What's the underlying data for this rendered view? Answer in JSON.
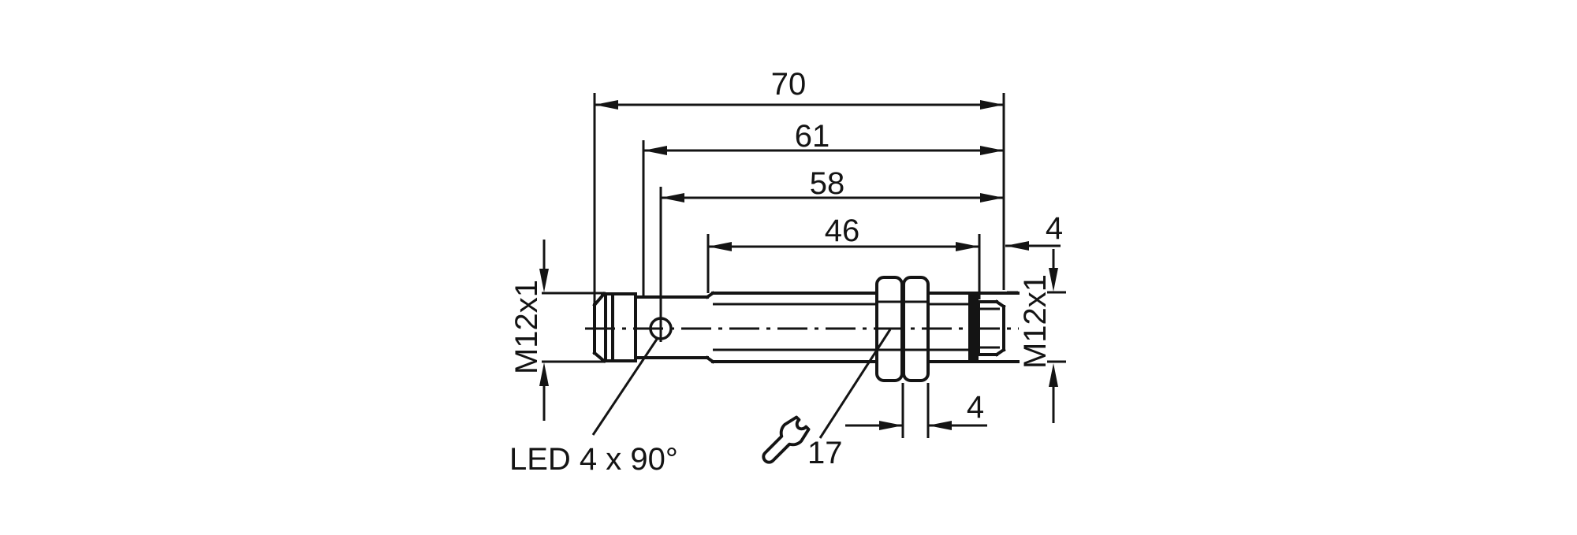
{
  "drawing": {
    "subject": "M12 cylindrical threaded sensor - side view dimensional drawing",
    "dim_labels": {
      "overall_length": "70",
      "length_61": "61",
      "length_58": "58",
      "thread_length_46": "46",
      "connector_thread_4": "4",
      "nut_width_4": "4",
      "wrench_size": "17",
      "front_thread": "M12x1",
      "connector_thread": "M12x1",
      "led_label": "LED 4 x 90°"
    },
    "colors": {
      "line": "#141414",
      "background": "#ffffff"
    }
  }
}
